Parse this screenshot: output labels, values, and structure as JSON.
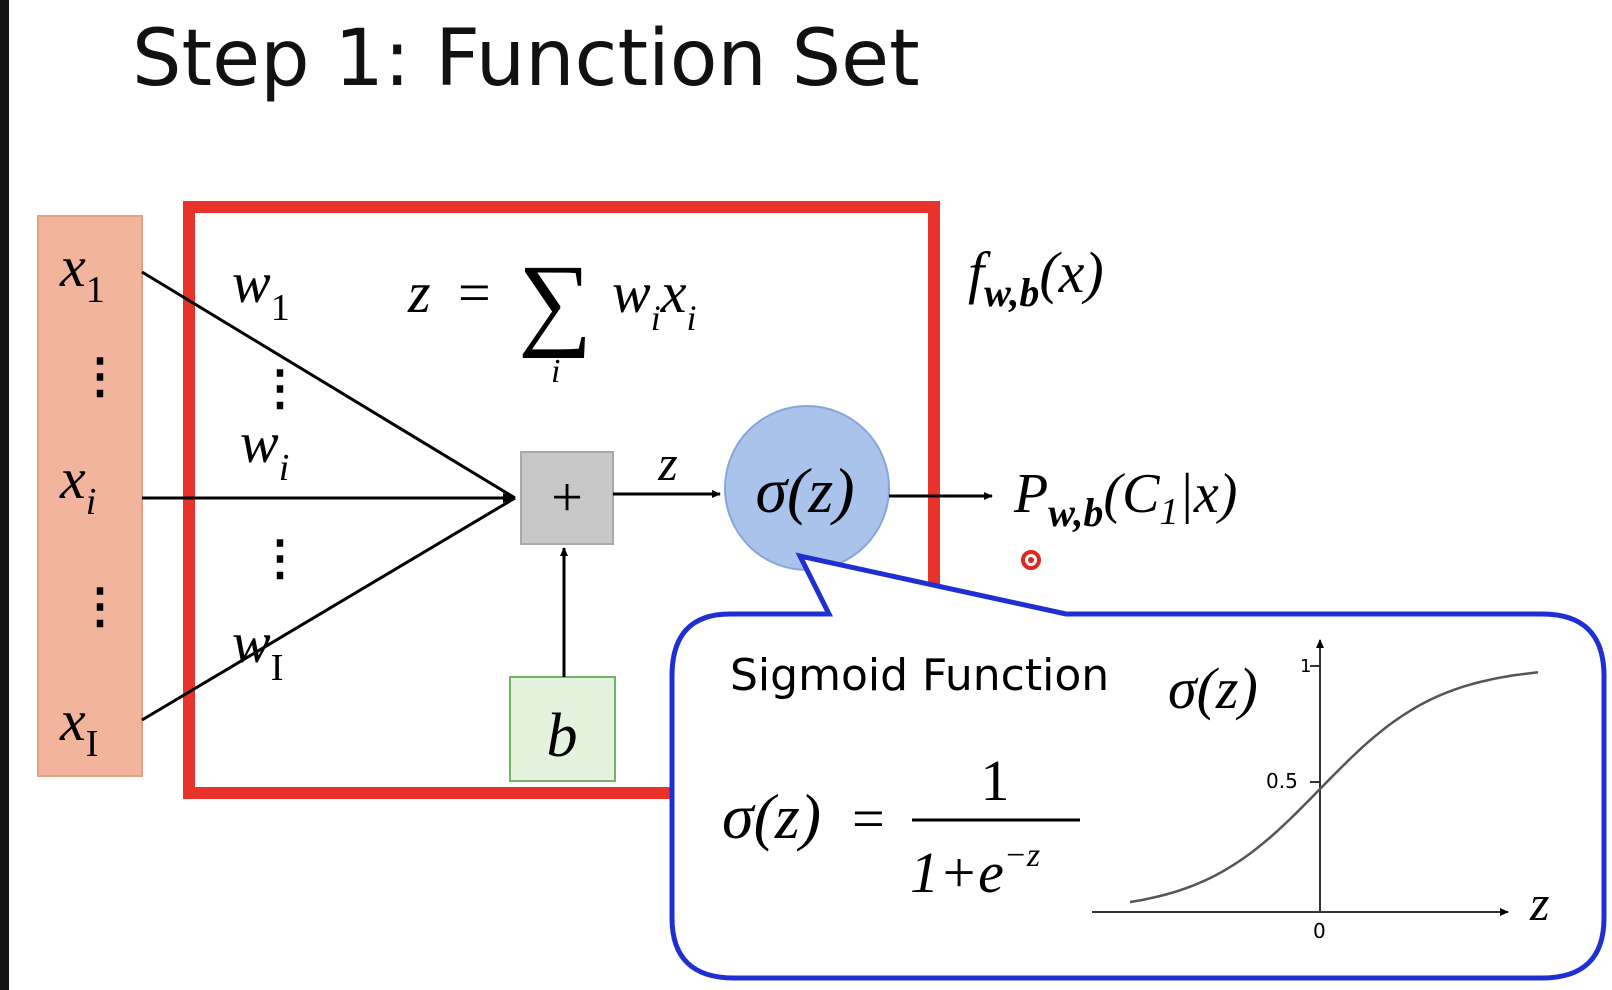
{
  "title": "Step 1: Function Set",
  "inputs": {
    "x1": {
      "base": "x",
      "sub": "1"
    },
    "xi": {
      "base": "x",
      "sub": "i"
    },
    "xI": {
      "base": "x",
      "sub": "I"
    },
    "dots": "⋮"
  },
  "weights": {
    "w1": {
      "base": "w",
      "sub": "1"
    },
    "wi": {
      "base": "w",
      "sub": "i"
    },
    "wI": {
      "base": "w",
      "sub": "I"
    },
    "dots": "⋮"
  },
  "sum_formula": {
    "lhs": "z",
    "equals": "=",
    "sigma": "∑",
    "index": "i",
    "w": "w",
    "w_sub": "i",
    "x": "x",
    "x_sub": "i"
  },
  "adder": {
    "symbol": "+"
  },
  "bias": {
    "label": "b"
  },
  "z_arrow_label": "z",
  "activation": {
    "label": "σ(z)"
  },
  "function_label": {
    "base": "f",
    "sub": "w,b",
    "arg": "(x)"
  },
  "output": {
    "base": "P",
    "sub": "w,b",
    "open": "(",
    "class_base": "C",
    "class_sub": "1",
    "rest": "|x)"
  },
  "callout": {
    "heading": "Sigmoid Function",
    "formula": {
      "lhs": "σ(z)",
      "equals": "=",
      "numerator": "1",
      "denominator_base": "1+e",
      "denominator_exp": "−z"
    },
    "plot": {
      "ylabel": "σ(z)",
      "xlabel": "z",
      "yticks": [
        "1",
        "0.5"
      ],
      "xticks": [
        "0"
      ]
    }
  },
  "colors": {
    "input_box": "#f2b49c",
    "input_box_border": "#e3a283",
    "neuron_frame": "#e8332a",
    "adder_fill": "#c8c8c8",
    "bias_fill": "#e4f2de",
    "bias_border": "#72b36a",
    "sigma_fill": "#a9c3ea",
    "sigma_border": "#86a6d8",
    "callout_border": "#1f2fd1",
    "pointer_dot": "#e0281f"
  }
}
